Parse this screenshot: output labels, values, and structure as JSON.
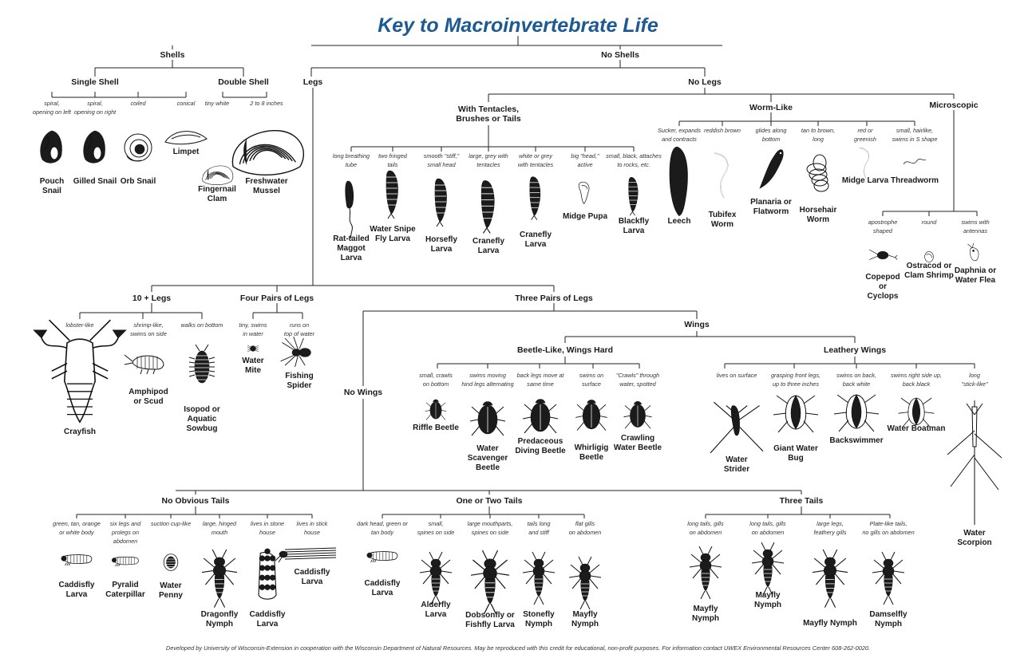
{
  "title": "Key to Macroinvertebrate Life",
  "credit": "Developed by University of Wisconsin-Extension in cooperation with the Wisconsin Department of Natural Resources. May be reproduced with this credit for educational, non-profit purposes. For information contact UWEX Environmental Resources Center 608-262-0020.",
  "groups": {
    "shells": "Shells",
    "no_shells": "No Shells",
    "single_shell": "Single Shell",
    "double_shell": "Double Shell",
    "legs": "Legs",
    "no_legs": "No Legs",
    "with_tentacles": [
      "With Tentacles,",
      "Brushes or Tails"
    ],
    "worm_like": "Worm-Like",
    "microscopic": "Microscopic",
    "ten_legs": "10 + Legs",
    "four_pairs": "Four Pairs of Legs",
    "three_pairs": "Three Pairs of Legs",
    "wings": "Wings",
    "no_wings": "No Wings",
    "beetle_like": "Beetle-Like, Wings Hard",
    "leathery_wings": "Leathery Wings",
    "no_obvious_tails": "No Obvious Tails",
    "one_or_two_tails": "One or Two Tails",
    "three_tails": "Three Tails"
  },
  "organisms": {
    "pouch_snail": {
      "desc": [
        "spiral,",
        "opening on left"
      ],
      "name": [
        "Pouch",
        "Snail"
      ],
      "icon": "snail-left-icon"
    },
    "gilled_snail": {
      "desc": [
        "spiral,",
        "opening on right"
      ],
      "name": [
        "Gilled Snail"
      ],
      "icon": "snail-right-icon"
    },
    "orb_snail": {
      "desc": [
        "coiled"
      ],
      "name": [
        "Orb Snail"
      ],
      "icon": "coiled-snail-icon"
    },
    "limpet": {
      "desc": [
        "conical"
      ],
      "name": [
        "Limpet"
      ],
      "icon": "limpet-icon"
    },
    "fingernail_clam": {
      "desc": [
        "tiny white"
      ],
      "name": [
        "Fingernail",
        "Clam"
      ],
      "icon": "clam-icon"
    },
    "freshwater_mussel": {
      "desc": [
        "2 to 8 inches"
      ],
      "name": [
        "Freshwater",
        "Mussel"
      ],
      "icon": "mussel-icon"
    },
    "rat_tailed_maggot": {
      "desc": [
        "long breathing",
        "tube"
      ],
      "name": [
        "Rat-tailed",
        "Maggot",
        "Larva"
      ],
      "icon": "maggot-icon"
    },
    "water_snipe_fly": {
      "desc": [
        "two fringed",
        "tails"
      ],
      "name": [
        "Water Snipe",
        "Fly Larva"
      ],
      "icon": "larva-icon"
    },
    "horsefly_larva": {
      "desc": [
        "smooth \"stiff,\"",
        "small head"
      ],
      "name": [
        "Horsefly",
        "Larva"
      ],
      "icon": "larva-icon"
    },
    "cranefly_larva_1": {
      "desc": [
        "large, grey with",
        "tentacles"
      ],
      "name": [
        "Cranefly",
        "Larva"
      ],
      "icon": "larva-icon"
    },
    "cranefly_larva_2": {
      "desc": [
        "white or grey",
        "with tentacles"
      ],
      "name": [
        "Cranefly",
        "Larva"
      ],
      "icon": "larva-icon"
    },
    "midge_pupa": {
      "desc": [
        "big \"head,\"",
        "active"
      ],
      "name": [
        "Midge Pupa"
      ],
      "icon": "pupa-icon"
    },
    "blackfly_larva": {
      "desc": [
        "small, black, attaches",
        "to rocks, etc."
      ],
      "name": [
        "Blackfly",
        "Larva"
      ],
      "icon": "larva-icon"
    },
    "leech": {
      "desc": [
        "Sucker, expands",
        "and contracts"
      ],
      "name": [
        "Leech"
      ],
      "icon": "leech-icon"
    },
    "tubifex_worm": {
      "desc": [
        "reddish brown"
      ],
      "name": [
        "Tubifex",
        "Worm"
      ],
      "icon": "worm-icon"
    },
    "planaria": {
      "desc": [
        "glides along",
        "bottom"
      ],
      "name": [
        "Planaria or",
        "Flatworm"
      ],
      "icon": "flatworm-icon"
    },
    "horsehair_worm": {
      "desc": [
        "tan to brown,",
        "long"
      ],
      "name": [
        "Horsehair",
        "Worm"
      ],
      "icon": "coiled-worm-icon"
    },
    "midge_larva": {
      "desc": [
        "red or",
        "greenish"
      ],
      "name": [
        "Midge Larva"
      ],
      "icon": "worm-icon"
    },
    "threadworm": {
      "desc": [
        "small, hairlike,",
        "swims in S shape"
      ],
      "name": [
        "Threadworm"
      ],
      "icon": "thread-icon"
    },
    "copepod": {
      "desc": [
        "apostrophe",
        "shaped"
      ],
      "name": [
        "Copepod",
        "or",
        "Cyclops"
      ],
      "icon": "copepod-icon"
    },
    "ostracod": {
      "desc": [
        "round"
      ],
      "name": [
        "Ostracod or",
        "Clam Shrimp"
      ],
      "icon": "ostracod-icon"
    },
    "daphnia": {
      "desc": [
        "swims with",
        "antennas"
      ],
      "name": [
        "Daphnia or",
        "Water Flea"
      ],
      "icon": "daphnia-icon"
    },
    "crayfish": {
      "desc": [
        "lobster-like"
      ],
      "name": [
        "Crayfish"
      ],
      "icon": "crayfish-icon"
    },
    "amphipod": {
      "desc": [
        "shrimp-like,",
        "swims on side"
      ],
      "name": [
        "Amphipod",
        "or Scud"
      ],
      "icon": "shrimp-icon"
    },
    "isopod": {
      "desc": [
        "walks on bottom"
      ],
      "name": [
        "Isopod or",
        "Aquatic",
        "Sowbug"
      ],
      "icon": "isopod-icon"
    },
    "water_mite": {
      "desc": [
        "tiny, swims",
        "in water"
      ],
      "name": [
        "Water",
        "Mite"
      ],
      "icon": "mite-icon"
    },
    "fishing_spider": {
      "desc": [
        "runs on",
        "top of water"
      ],
      "name": [
        "Fishing",
        "Spider"
      ],
      "icon": "spider-icon"
    },
    "riffle_beetle": {
      "desc": [
        "small, crawls",
        "on bottom"
      ],
      "name": [
        "Riffle Beetle"
      ],
      "icon": "beetle-icon"
    },
    "water_scavenger_beetle": {
      "desc": [
        "swims moving",
        "hind legs alternating"
      ],
      "name": [
        "Water",
        "Scavenger",
        "Beetle"
      ],
      "icon": "beetle-icon"
    },
    "predaceous_diving_beetle": {
      "desc": [
        "back legs move at",
        "same time"
      ],
      "name": [
        "Predaceous",
        "Diving Beetle"
      ],
      "icon": "beetle-icon"
    },
    "whirligig_beetle": {
      "desc": [
        "swims on",
        "surface"
      ],
      "name": [
        "Whirligig",
        "Beetle"
      ],
      "icon": "beetle-icon"
    },
    "crawling_water_beetle": {
      "desc": [
        "\"Crawls\" through",
        "water, spotted"
      ],
      "name": [
        "Crawling",
        "Water Beetle"
      ],
      "icon": "beetle-icon"
    },
    "water_strider": {
      "desc": [
        "lives on surface"
      ],
      "name": [
        "Water",
        "Strider"
      ],
      "icon": "strider-icon"
    },
    "giant_water_bug": {
      "desc": [
        "grasping front legs,",
        "up to three inches"
      ],
      "name": [
        "Giant Water",
        "Bug"
      ],
      "icon": "bug-icon"
    },
    "backswimmer": {
      "desc": [
        "swims on back,",
        "back white"
      ],
      "name": [
        "Backswimmer"
      ],
      "icon": "bug-icon"
    },
    "water_boatman": {
      "desc": [
        "swims right side up,",
        "back black"
      ],
      "name": [
        "Water Boatman"
      ],
      "icon": "bug-icon"
    },
    "water_scorpion": {
      "desc": [
        "long",
        "\"stick-like\""
      ],
      "name": [
        "Water",
        "Scorpion"
      ],
      "icon": "stick-insect-icon"
    },
    "caddisfly_larva_1": {
      "desc": [
        "green, tan, orange",
        "or white body"
      ],
      "name": [
        "Caddisfly",
        "Larva"
      ],
      "icon": "larva-icon"
    },
    "pyralid_caterpillar": {
      "desc": [
        "six legs and",
        "prolegs on",
        "abdomen"
      ],
      "name": [
        "Pyralid",
        "Caterpillar"
      ],
      "icon": "caterpillar-icon"
    },
    "water_penny": {
      "desc": [
        "suction cup-like"
      ],
      "name": [
        "Water",
        "Penny"
      ],
      "icon": "penny-icon"
    },
    "dragonfly_nymph": {
      "desc": [
        "large, hinged",
        "mouth"
      ],
      "name": [
        "Dragonfly",
        "Nymph"
      ],
      "icon": "nymph-icon"
    },
    "caddisfly_larva_stone": {
      "desc": [
        "lives in stone",
        "house"
      ],
      "name": [
        "Caddisfly",
        "Larva"
      ],
      "icon": "case-icon"
    },
    "caddisfly_larva_stick": {
      "desc": [
        "lives in stick",
        "house"
      ],
      "name": [
        "Caddisfly",
        "Larva"
      ],
      "icon": "stick-case-icon"
    },
    "caddisfly_larva_2": {
      "desc": [
        "dark head, green or",
        "tan body"
      ],
      "name": [
        "Caddisfly",
        "Larva"
      ],
      "icon": "larva-icon"
    },
    "alderfly_larva": {
      "desc": [
        "small,",
        "spines on side"
      ],
      "name": [
        "Alderfly",
        "Larva"
      ],
      "icon": "nymph-icon"
    },
    "dobsonfly_larva": {
      "desc": [
        "large mouthparts,",
        "spines on side"
      ],
      "name": [
        "Dobsonfly or",
        "Fishfly Larva"
      ],
      "icon": "nymph-icon"
    },
    "stonefly_nymph": {
      "desc": [
        "tails long",
        "and stiff"
      ],
      "name": [
        "Stonefly",
        "Nymph"
      ],
      "icon": "nymph-icon"
    },
    "mayfly_nymph_1": {
      "desc": [
        "flat gills",
        "on abdomen"
      ],
      "name": [
        "Mayfly",
        "Nymph"
      ],
      "icon": "nymph-icon"
    },
    "mayfly_nymph_2": {
      "desc": [
        "long tails, gills",
        "on abdomen"
      ],
      "name": [
        "Mayfly",
        "Nymph"
      ],
      "icon": "nymph-icon"
    },
    "mayfly_nymph_3": {
      "desc": [
        "long tails, gills",
        "on abdomen"
      ],
      "name": [
        "Mayfly",
        "Nymph"
      ],
      "icon": "nymph-icon"
    },
    "mayfly_nymph_4": {
      "desc": [
        "large legs,",
        "feathery gills"
      ],
      "name": [
        "Mayfly Nymph"
      ],
      "icon": "nymph-icon"
    },
    "damselfly_nymph": {
      "desc": [
        "Plate-like tails,",
        "no gills on abdomen"
      ],
      "name": [
        "Damselfly",
        "Nymph"
      ],
      "icon": "nymph-icon"
    }
  }
}
